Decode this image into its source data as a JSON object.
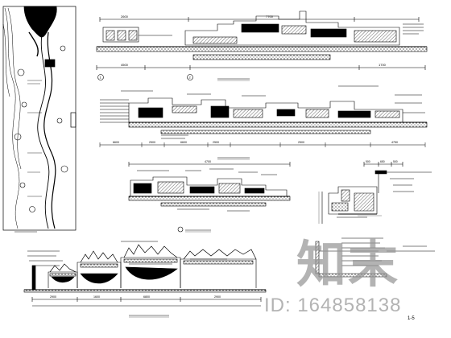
{
  "drawing": {
    "sheet_number": "1-5",
    "colors": {
      "line": "#000000",
      "watermark": "#9a9a9a",
      "paper": "#ffffff"
    },
    "elevation_top": {
      "dims": [
        "2600",
        "7700",
        "4500",
        "1700"
      ],
      "callouts": [
        "1",
        "2"
      ]
    },
    "section_a": {
      "dims": [
        "6600",
        "2500",
        "6600",
        "2500",
        "2500",
        "4750"
      ]
    },
    "section_c": {
      "dims": [
        "4700"
      ]
    },
    "detail_wall": {
      "dims": [
        "500",
        "650",
        "500"
      ]
    },
    "section_planter": {
      "dims": [
        "2900",
        "1600",
        "6800",
        "2900"
      ]
    }
  },
  "watermark": {
    "logo": "知末",
    "id": "ID: 164858138"
  }
}
